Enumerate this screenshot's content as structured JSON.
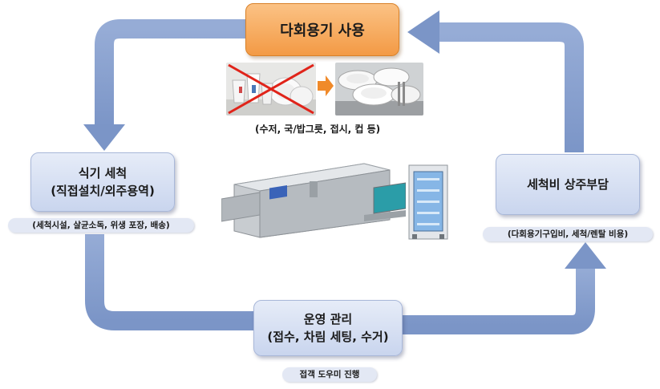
{
  "nodes": {
    "top": {
      "label": "다회용기 사용"
    },
    "left": {
      "line1": "식기 세척",
      "line2": "(직접설치/외주용역)",
      "note": "(세척시설, 살균소독, 위생 포장, 배송)"
    },
    "right": {
      "label": "세척비 상주부담",
      "note": "(다회용기구입비, 세척/렌탈 비용)"
    },
    "bottom": {
      "line1": "운영 관리",
      "line2": "(접수, 차림 세팅, 수거)",
      "note": "접객 도우미 진행"
    }
  },
  "photos": {
    "caption": "(수저, 국/밥그릇, 접시, 컵 등)",
    "disposable": "disposable-cups-crossed-out",
    "reusable": "stacked-ceramic-dishes",
    "machine": "conveyor-dishwasher",
    "cabinet": "sterilizer-cabinet"
  },
  "colors": {
    "arrow": "#7f99cb",
    "top_box": "#f5a050",
    "box": "#d3ddf1",
    "cross": "#e0241a"
  }
}
